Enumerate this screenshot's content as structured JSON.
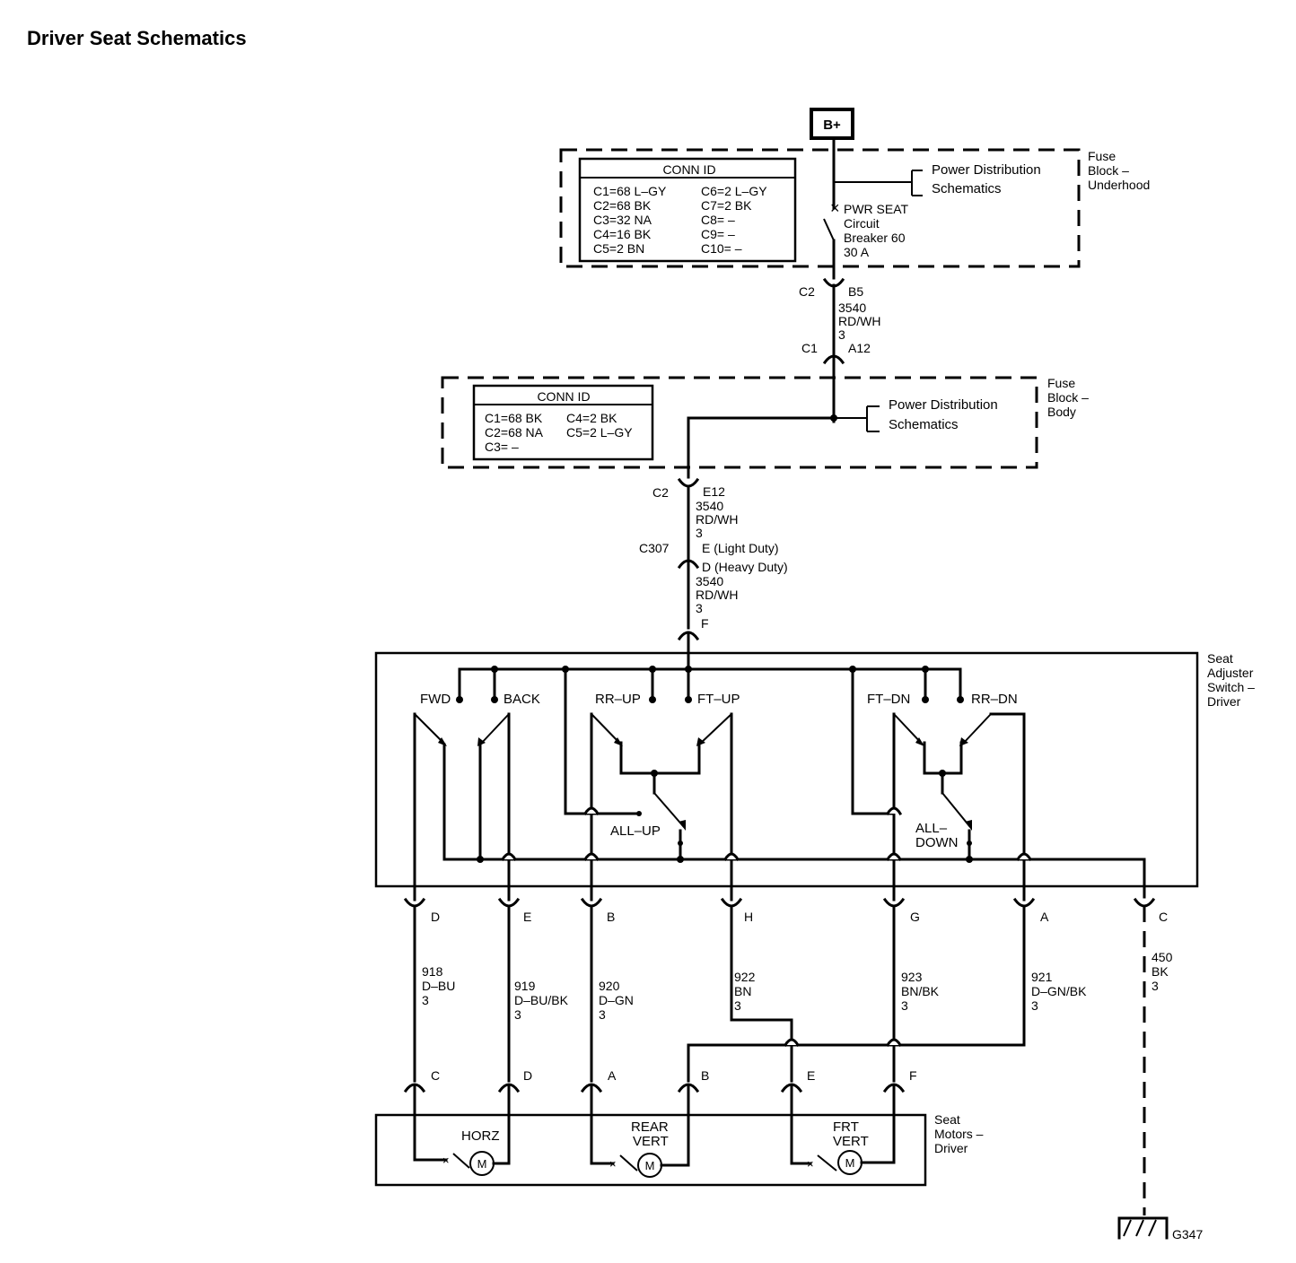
{
  "title": "Driver Seat Schematics",
  "power": {
    "source": "B+",
    "underhood": {
      "label": [
        "Fuse",
        "Block –",
        "Underhood"
      ],
      "conn_id_title": "CONN ID",
      "conn_id_rows": [
        [
          "C1=68 L–GY",
          "C6=2 L–GY"
        ],
        [
          "C2=68 BK",
          "C7=2 BK"
        ],
        [
          "C3=32 NA",
          "C8= –"
        ],
        [
          "C4=16 BK",
          "C9= –"
        ],
        [
          "C5=2 BN",
          "C10= –"
        ]
      ],
      "ref": [
        "Power Distribution",
        "Schematics"
      ],
      "breaker": [
        "PWR SEAT",
        "Circuit",
        "Breaker 60",
        "30 A"
      ]
    },
    "body": {
      "label": [
        "Fuse",
        "Block –",
        "Body"
      ],
      "conn_id_title": "CONN ID",
      "conn_id_rows": [
        [
          "C1=68 BK",
          "C4=2 BK"
        ],
        [
          "C2=68 NA",
          "C5=2 L–GY"
        ],
        [
          "C3= –",
          ""
        ]
      ],
      "ref": [
        "Power Distribution",
        "Schematics"
      ]
    }
  },
  "connectors": {
    "c2_top": {
      "name": "C2",
      "pin": "B5"
    },
    "c1": {
      "name": "C1",
      "pin": "A12"
    },
    "c2_body": {
      "name": "C2",
      "pin": "E12"
    },
    "c307": {
      "name": "C307",
      "pin_ld": "E (Light Duty)",
      "pin_hd": "D (Heavy Duty)"
    },
    "switch_in": {
      "pin": "F"
    }
  },
  "wires": {
    "w1": [
      "3540",
      "RD/WH",
      "3"
    ],
    "w2": [
      "3540",
      "RD/WH",
      "3"
    ],
    "w3": [
      "3540",
      "RD/WH",
      "3"
    ],
    "switch_out": [
      {
        "pin": "D",
        "label": [
          "918",
          "D–BU",
          "3"
        ]
      },
      {
        "pin": "E",
        "label": [
          "919",
          "D–BU/BK",
          "3"
        ]
      },
      {
        "pin": "B",
        "label": [
          "920",
          "D–GN",
          "3"
        ]
      },
      {
        "pin": "H",
        "label": [
          "922",
          "BN",
          "3"
        ]
      },
      {
        "pin": "G",
        "label": [
          "923",
          "BN/BK",
          "3"
        ]
      },
      {
        "pin": "A",
        "label": [
          "921",
          "D–GN/BK",
          "3"
        ]
      },
      {
        "pin": "C",
        "label": [
          "450",
          "BK",
          "3"
        ]
      }
    ]
  },
  "switch": {
    "label": [
      "Seat",
      "Adjuster",
      "Switch –",
      "Driver"
    ],
    "contacts": {
      "fwd": "FWD",
      "back": "BACK",
      "rr_up": "RR–UP",
      "ft_up": "FT–UP",
      "ft_dn": "FT–DN",
      "rr_dn": "RR–DN",
      "all_up": "ALL–UP",
      "all_down": [
        "ALL–",
        "DOWN"
      ]
    }
  },
  "motors": {
    "label": [
      "Seat",
      "Motors –",
      "Driver"
    ],
    "pins": [
      "C",
      "D",
      "A",
      "B",
      "E",
      "F"
    ],
    "horz": [
      "HORZ"
    ],
    "rear_vert": [
      "REAR",
      "VERT"
    ],
    "frt_vert": [
      "FRT",
      "VERT"
    ],
    "symbol": "M"
  },
  "ground": {
    "name": "G347"
  }
}
